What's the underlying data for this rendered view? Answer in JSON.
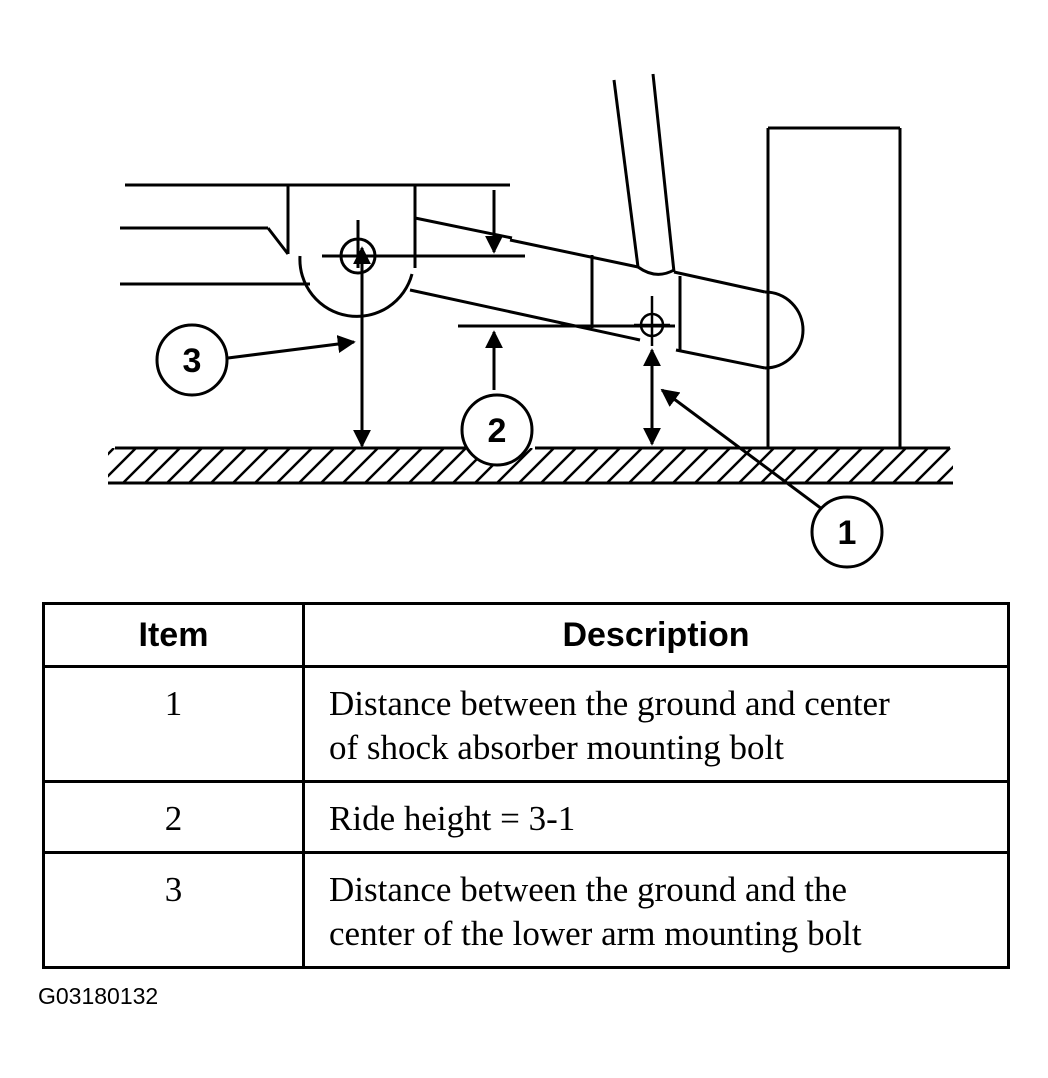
{
  "diagram": {
    "callouts": [
      "1",
      "2",
      "3"
    ]
  },
  "table": {
    "headers": {
      "item": "Item",
      "description": "Description"
    },
    "rows": [
      {
        "item": "1",
        "description_lines": [
          "Distance between the ground and center",
          "of shock absorber mounting bolt"
        ]
      },
      {
        "item": "2",
        "description_lines": [
          "Ride height = 3-1"
        ]
      },
      {
        "item": "3",
        "description_lines": [
          "Distance between the ground and the",
          "center of the lower arm mounting bolt"
        ]
      }
    ]
  },
  "figure_id": "G03180132"
}
